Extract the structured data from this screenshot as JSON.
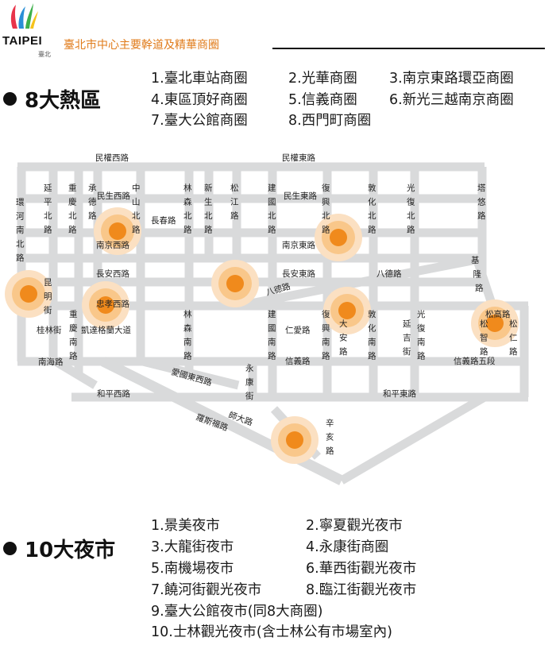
{
  "header": {
    "logo_text": "TAIPEI",
    "logo_sub": "臺北",
    "title": "臺北市中心主要幹道及精華商圈"
  },
  "hot_zones": {
    "heading": "8大熱區",
    "items": [
      "1.臺北車站商圈",
      "2.光華商圈",
      "3.南京東路環亞商圈",
      "4.東區頂好商圈",
      "5.信義商圈",
      "6.新光三越南京商圈",
      "7.臺大公館商圈",
      "8.西門町商圈"
    ]
  },
  "night_markets": {
    "heading": "10大夜市",
    "items": [
      "1.景美夜市",
      "2.寧夏觀光夜市",
      "3.大龍街夜市",
      "4.永康街商圈",
      "5.南機場夜市",
      "6.華西街觀光夜市",
      "7.饒河街觀光夜市",
      "8.臨江街觀光夜市",
      "9.臺大公館夜市(同8大商圈)",
      "10.士林觀光夜市(含士林公有市場室內)"
    ]
  },
  "map": {
    "colors": {
      "road": "#d9dadb",
      "hotspot_core": "#f08a1c",
      "hotspot_ring": "#f9c78a"
    },
    "road_labels": {
      "minquan_w": "民權西路",
      "minquan_e": "民權東路",
      "yanping_n": "延平北路",
      "chongqing_n": "重慶北路",
      "chengde": "承德路",
      "minsheng_w": "民生西路",
      "zhongshan_n": "中山北路",
      "linsen_n": "林森北路",
      "xinsheng_n": "新生北路",
      "songjiang": "松江路",
      "jianguo_n": "建國北路",
      "minsheng_e": "民生東路",
      "fuxing_n": "復興北路",
      "dunhua_n": "敦化北路",
      "guangfu_n": "光復北路",
      "tayou": "塔悠路",
      "huanhe_n": "環河南北路",
      "changchun": "長春路",
      "nanjing_w": "南京西路",
      "nanjing_e": "南京東路",
      "keelung": "基隆路",
      "changan_w": "長安西路",
      "changan_e": "長安東路",
      "bade": "八德路",
      "kunming": "昆明街",
      "zhongxiao_w": "忠孝西路",
      "guilin": "桂林街",
      "chongqing_s": "重慶南路",
      "ketagalan": "凱達格蘭大道",
      "linsen_s": "林森南路",
      "jianguo_s": "建國南路",
      "fuxing_s": "復興南路",
      "renai": "仁愛路",
      "daan": "大安路",
      "dunhua_s": "敦化南路",
      "yanji": "延吉街",
      "guangfu_s": "光復南路",
      "songgao": "松高路",
      "songzhi": "松智路",
      "songren": "松仁路",
      "nanhai": "南海路",
      "heping_w": "和平西路",
      "heping_e": "和平東路",
      "aiguo_e": "愛國東西路",
      "yongkang": "永康街",
      "xinyi": "信義路",
      "xinyi5": "信義路五段",
      "shida": "師大路",
      "roosevelt": "羅斯福路",
      "xinhai": "辛亥路"
    }
  }
}
